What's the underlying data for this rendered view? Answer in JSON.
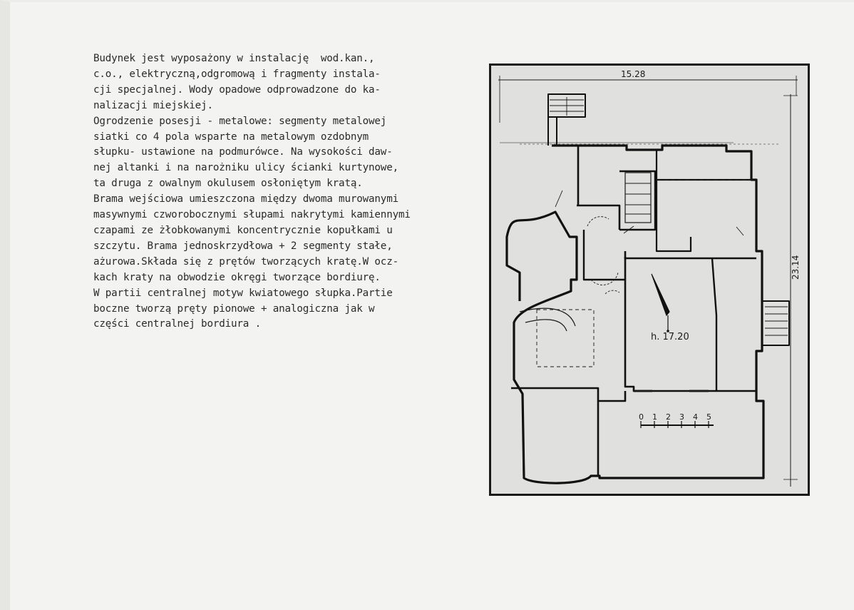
{
  "document": {
    "paragraph_lines": [
      "Budynek jest wyposażony w instalację  wod.kan.,",
      "c.o., elektryczną,odgromową i fragmenty instala-",
      "cji specjalnej. Wody opadowe odprowadzone do ka-",
      "nalizacji miejskiej.",
      "Ogrodzenie posesji - metalowe: segmenty metalowej",
      "siatki co 4 pola wsparte na metalowym ozdobnym",
      "słupku- ustawione na podmurówce. Na wysokości daw-",
      "nej altanki i na narożniku ulicy ścianki kurtynowe,",
      "ta druga z owalnym okulusem osłoniętym kratą.",
      "Brama wejściowa umieszczona między dwoma murowanymi",
      "masywnymi czworobocznymi słupami nakrytymi kamiennymi",
      "czapami ze żłobkowanymi koncentrycznie kopułkami u",
      "szczytu. Brama jednoskrzydłowa + 2 segmenty stałe,",
      "ażurowa.Składa się z prętów tworzących kratę.W ocz-",
      "kach kraty na obwodzie okręgi tworzące bordiurę.",
      "W partii centralnej motyw kwiatowego słupka.Partie",
      "boczne tworzą pręty pionowe + analogiczna jak w",
      "części centralnej bordiura ."
    ]
  },
  "floor_plan": {
    "width_dimension": "15.28",
    "height_dimension": "23.14",
    "elevation_label": "h. 17.20",
    "scale_labels": [
      "0",
      "1",
      "2",
      "3",
      "4",
      "5"
    ]
  }
}
